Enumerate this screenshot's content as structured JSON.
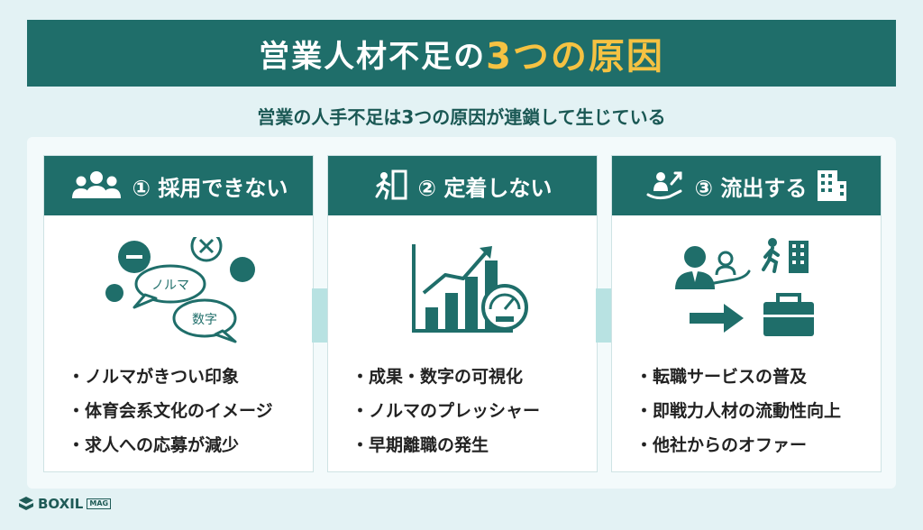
{
  "title": {
    "main": "営業人材不足の",
    "highlight": "3つの原因"
  },
  "subtitle": "営業の人手不足は3つの原因が連鎖して生じている",
  "cards": [
    {
      "header": "① 採用できない",
      "header_icon": "people-group-icon",
      "bubble_labels": [
        "ノルマ",
        "数字"
      ],
      "bullets": [
        "ノルマがきつい印象",
        "体育会系文化のイメージ",
        "求人への応募が減少"
      ]
    },
    {
      "header": "② 定着しない",
      "header_icon": "exit-door-icon",
      "bullets": [
        "成果・数字の可視化",
        "ノルマのプレッシャー",
        "早期離職の発生"
      ]
    },
    {
      "header": "③ 流出する",
      "header_icon": "handshake-growth-icon",
      "bullets": [
        "転職サービスの普及",
        "即戦力人材の流動性向上",
        "他社からのオファー"
      ]
    }
  ],
  "logo": {
    "name": "BOXIL",
    "badge": "MAG"
  },
  "colors": {
    "primary": "#1f6e6a",
    "accent": "#f5c242",
    "background": "#e3f2f4",
    "arrow": "#b8e2e2"
  }
}
